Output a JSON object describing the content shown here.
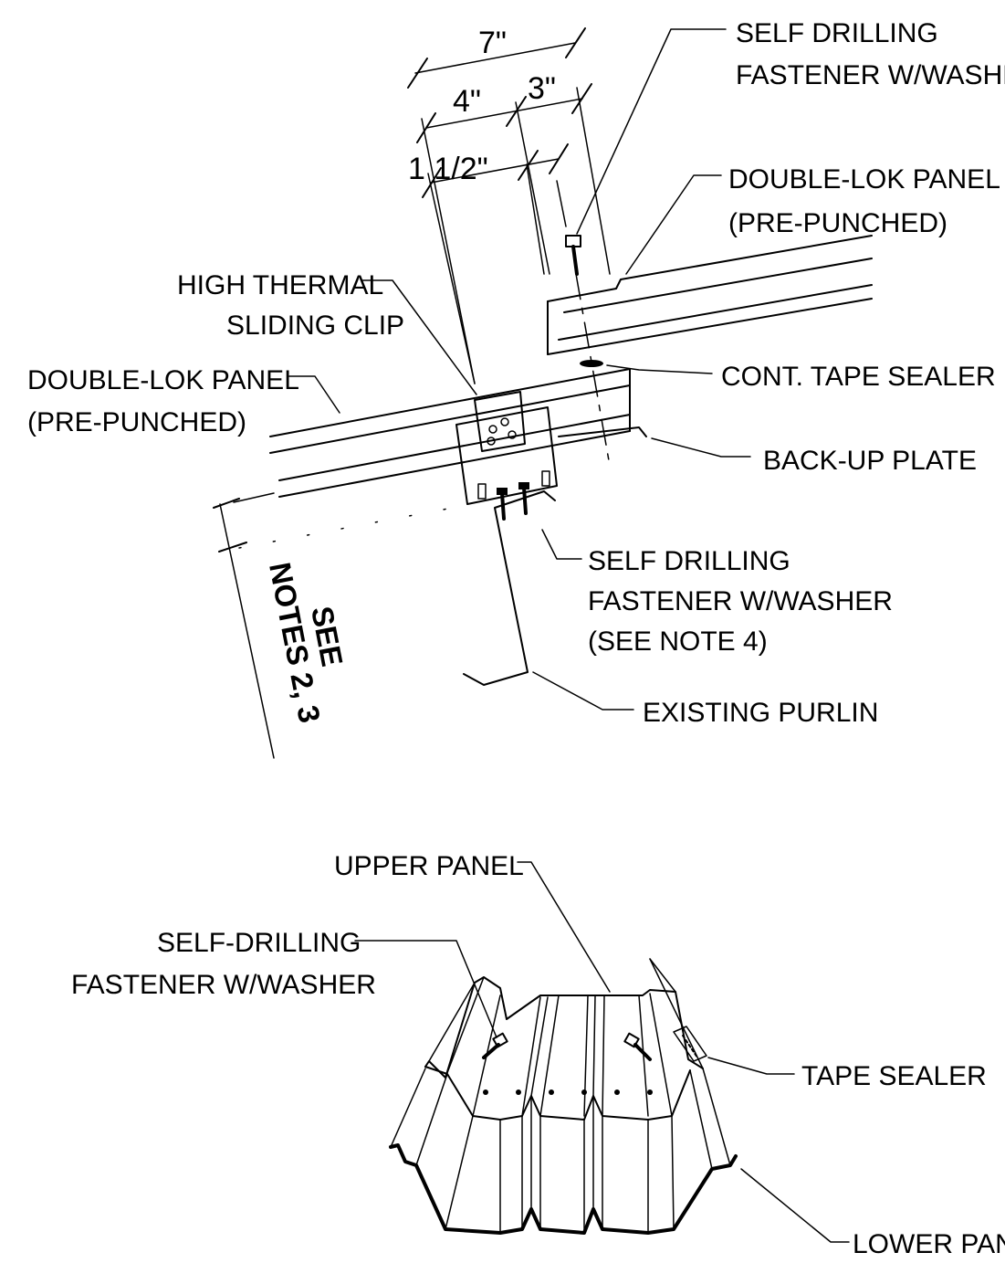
{
  "dimensions": {
    "d_total": "7\"",
    "d_left": "4\"",
    "d_right": "3\"",
    "d_small": "1 1/2\""
  },
  "labels": {
    "self_drilling_top_1": "SELF DRILLING",
    "self_drilling_top_2": "FASTENER W/WASHER",
    "panel_upper_1": "DOUBLE-LOK PANEL",
    "panel_upper_2": "(PRE-PUNCHED)",
    "clip_1": "HIGH THERMAL",
    "clip_2": "SLIDING CLIP",
    "panel_lower_1": "DOUBLE-LOK PANEL",
    "panel_lower_2": "(PRE-PUNCHED)",
    "tape_sealer_cont": "CONT. TAPE SEALER",
    "backup_plate": "BACK-UP PLATE",
    "self_drilling_mid_1": "SELF DRILLING",
    "self_drilling_mid_2": "FASTENER W/WASHER",
    "self_drilling_mid_3": "(SEE NOTE 4)",
    "existing_purlin": "EXISTING PURLIN",
    "see_notes_1": "SEE",
    "see_notes_2": "NOTES 2, 3",
    "upper_panel": "UPPER PANEL",
    "self_drilling_iso_1": "SELF-DRILLING",
    "self_drilling_iso_2": "FASTENER W/WASHER",
    "tape_sealer": "TAPE SEALER",
    "lower_panel": "LOWER PANEL"
  }
}
